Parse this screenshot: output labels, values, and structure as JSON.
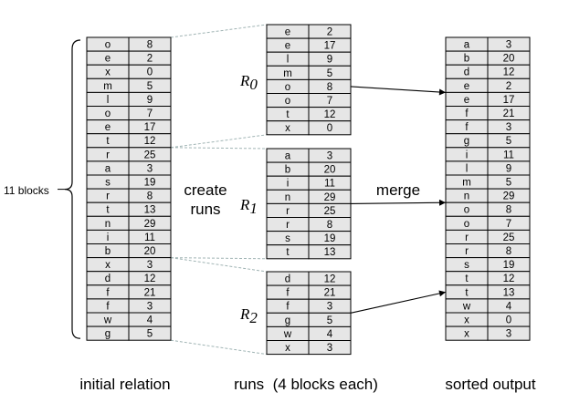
{
  "blocks_label": "11 blocks",
  "action_create": [
    "create",
    "runs"
  ],
  "action_merge": "merge",
  "run_symbol": "R",
  "captions": {
    "initial": "initial relation",
    "runs": "runs  (4 blocks each)",
    "sorted": "sorted output"
  },
  "initial_relation": [
    [
      "o",
      "8"
    ],
    [
      "e",
      "2"
    ],
    [
      "x",
      "0"
    ],
    [
      "m",
      "5"
    ],
    [
      "l",
      "9"
    ],
    [
      "o",
      "7"
    ],
    [
      "e",
      "17"
    ],
    [
      "t",
      "12"
    ],
    [
      "r",
      "25"
    ],
    [
      "a",
      "3"
    ],
    [
      "s",
      "19"
    ],
    [
      "r",
      "8"
    ],
    [
      "t",
      "13"
    ],
    [
      "n",
      "29"
    ],
    [
      "i",
      "11"
    ],
    [
      "b",
      "20"
    ],
    [
      "x",
      "3"
    ],
    [
      "d",
      "12"
    ],
    [
      "f",
      "21"
    ],
    [
      "f",
      "3"
    ],
    [
      "w",
      "4"
    ],
    [
      "g",
      "5"
    ]
  ],
  "runs": [
    {
      "name": "R",
      "sub": "0",
      "rows": [
        [
          "e",
          "2"
        ],
        [
          "e",
          "17"
        ],
        [
          "l",
          "9"
        ],
        [
          "m",
          "5"
        ],
        [
          "o",
          "8"
        ],
        [
          "o",
          "7"
        ],
        [
          "t",
          "12"
        ],
        [
          "x",
          "0"
        ]
      ]
    },
    {
      "name": "R",
      "sub": "1",
      "rows": [
        [
          "a",
          "3"
        ],
        [
          "b",
          "20"
        ],
        [
          "i",
          "11"
        ],
        [
          "n",
          "29"
        ],
        [
          "r",
          "25"
        ],
        [
          "r",
          "8"
        ],
        [
          "s",
          "19"
        ],
        [
          "t",
          "13"
        ]
      ]
    },
    {
      "name": "R",
      "sub": "2",
      "rows": [
        [
          "d",
          "12"
        ],
        [
          "f",
          "21"
        ],
        [
          "f",
          "3"
        ],
        [
          "g",
          "5"
        ],
        [
          "w",
          "4"
        ],
        [
          "x",
          "3"
        ]
      ]
    }
  ],
  "sorted_output": [
    [
      "a",
      "3"
    ],
    [
      "b",
      "20"
    ],
    [
      "d",
      "12"
    ],
    [
      "e",
      "2"
    ],
    [
      "e",
      "17"
    ],
    [
      "f",
      "21"
    ],
    [
      "f",
      "3"
    ],
    [
      "g",
      "5"
    ],
    [
      "i",
      "11"
    ],
    [
      "l",
      "9"
    ],
    [
      "m",
      "5"
    ],
    [
      "n",
      "29"
    ],
    [
      "o",
      "8"
    ],
    [
      "o",
      "7"
    ],
    [
      "r",
      "25"
    ],
    [
      "r",
      "8"
    ],
    [
      "s",
      "19"
    ],
    [
      "t",
      "12"
    ],
    [
      "t",
      "13"
    ],
    [
      "w",
      "4"
    ],
    [
      "x",
      "0"
    ],
    [
      "x",
      "3"
    ]
  ],
  "colors": {
    "cell_fill": "#e6e6e6",
    "cell_stroke": "#000000",
    "dashed_line": "#a0b4b4",
    "arrow": "#000000"
  }
}
